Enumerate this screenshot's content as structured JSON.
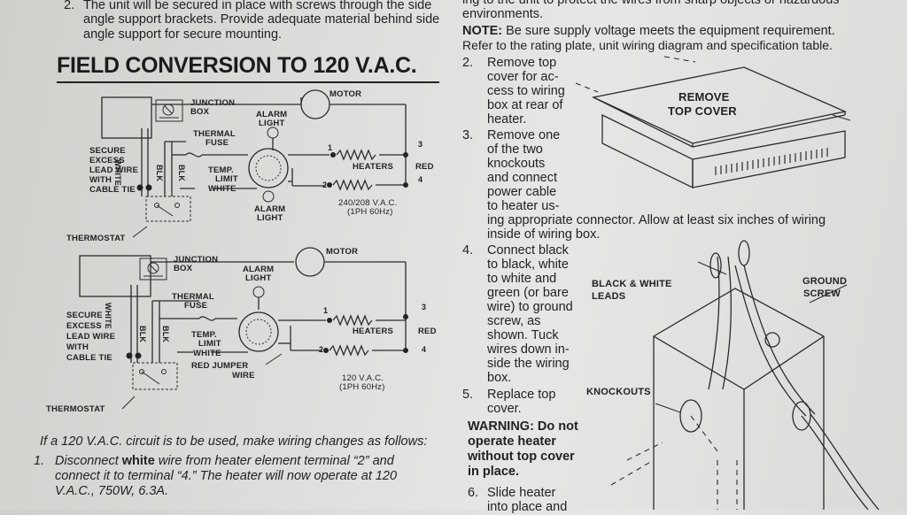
{
  "left": {
    "step2": {
      "num": "2.",
      "lines": [
        "The unit will be secured in place with screws through the side",
        "angle support brackets. Provide adequate material behind side",
        "angle support for secure mounting."
      ]
    },
    "heading": "FIELD CONVERSION TO 120 V.A.C.",
    "diagram1": {
      "junction_box": [
        "JUNCTION",
        "BOX"
      ],
      "motor": "MOTOR",
      "alarm_light_top": [
        "ALARM",
        "LIGHT"
      ],
      "thermal_fuse": [
        "THERMAL",
        "FUSE"
      ],
      "secure": [
        "SECURE",
        "EXCESS",
        "LEAD WIRE",
        "WITH",
        "CABLE TIE"
      ],
      "white": "WHITE",
      "blk1": "BLK",
      "blk2": "BLK",
      "temp_limit": [
        "TEMP.",
        "LIMIT"
      ],
      "white_wire": "WHITE",
      "heaters": "HEATERS",
      "red": "RED",
      "alarm_light_bottom": [
        "ALARM",
        "LIGHT"
      ],
      "voltage": [
        "240/208 V.A.C.",
        "(1PH 60Hz)"
      ],
      "thermostat": "THERMOSTAT",
      "terminals": [
        "1",
        "2",
        "3",
        "4"
      ]
    },
    "diagram2": {
      "junction_box": [
        "JUNCTION",
        "BOX"
      ],
      "motor": "MOTOR",
      "alarm_light": [
        "ALARM",
        "LIGHT"
      ],
      "thermal_fuse": [
        "THERMAL",
        "FUSE"
      ],
      "secure": [
        "SECURE",
        "EXCESS",
        "LEAD WIRE",
        "WITH",
        "CABLE TIE"
      ],
      "white": "WHITE",
      "blk1": "BLK",
      "blk2": "BLK",
      "temp_limit": [
        "TEMP.",
        "LIMIT"
      ],
      "white_wire": "WHITE",
      "red_jumper": [
        "RED JUMPER",
        "WIRE"
      ],
      "heaters": "HEATERS",
      "red": "RED",
      "voltage": [
        "120 V.A.C.",
        "(1PH 60Hz)"
      ],
      "thermostat": "THERMOSTAT",
      "terminals": [
        "1",
        "2",
        "3",
        "4"
      ]
    },
    "intro": "If a 120 V.A.C. circuit is to be used, make wiring changes as follows:",
    "change1": {
      "num": "1.",
      "line1_pre": "Disconnect ",
      "line1_bold": "white",
      "line1_post": " wire from heater element terminal “2” and",
      "line2": "connect it to terminal “4.” The heater will now operate at 120",
      "line3": "V.A.C., 750W, 6.3A."
    }
  },
  "right": {
    "top_lines": [
      "ing to the unit to protect the wires from sharp objects or hazardous",
      "environments."
    ],
    "note_label": "NOTE:",
    "note_lines": [
      " Be sure supply voltage meets the equipment requirement.",
      "Refer to the rating plate, unit wiring diagram and specification table."
    ],
    "step2": {
      "num": "2.",
      "lines": [
        "Remove top",
        "cover for ac-",
        "cess to wiring",
        "box at rear of",
        "heater."
      ]
    },
    "step3": {
      "num": "3.",
      "lines": [
        "Remove one",
        "of the two",
        "knockouts",
        "and connect",
        "power cable",
        "to heater us-",
        "ing appropriate connector. Allow at least six inches of wiring",
        "inside of wiring box."
      ]
    },
    "step4": {
      "num": "4.",
      "lines": [
        "Connect black",
        "to black, white",
        "to white and",
        "green (or bare",
        "wire) to ground",
        "screw, as",
        "shown. Tuck",
        "wires down in-",
        "side the wiring",
        "box."
      ]
    },
    "step5": {
      "num": "5.",
      "lines": [
        "Replace top",
        "cover."
      ]
    },
    "warning": [
      "WARNING: Do not",
      "operate heater",
      "without top cover",
      "in place."
    ],
    "step6": {
      "num": "6.",
      "lines": [
        "Slide heater",
        "into place and"
      ]
    },
    "fig_top": [
      "REMOVE",
      "TOP COVER"
    ],
    "fig_bottom": {
      "leads": [
        "BLACK & WHITE",
        "LEADS"
      ],
      "ground": [
        "GROUND",
        "SCREW"
      ],
      "knockouts": "KNOCKOUTS"
    }
  }
}
